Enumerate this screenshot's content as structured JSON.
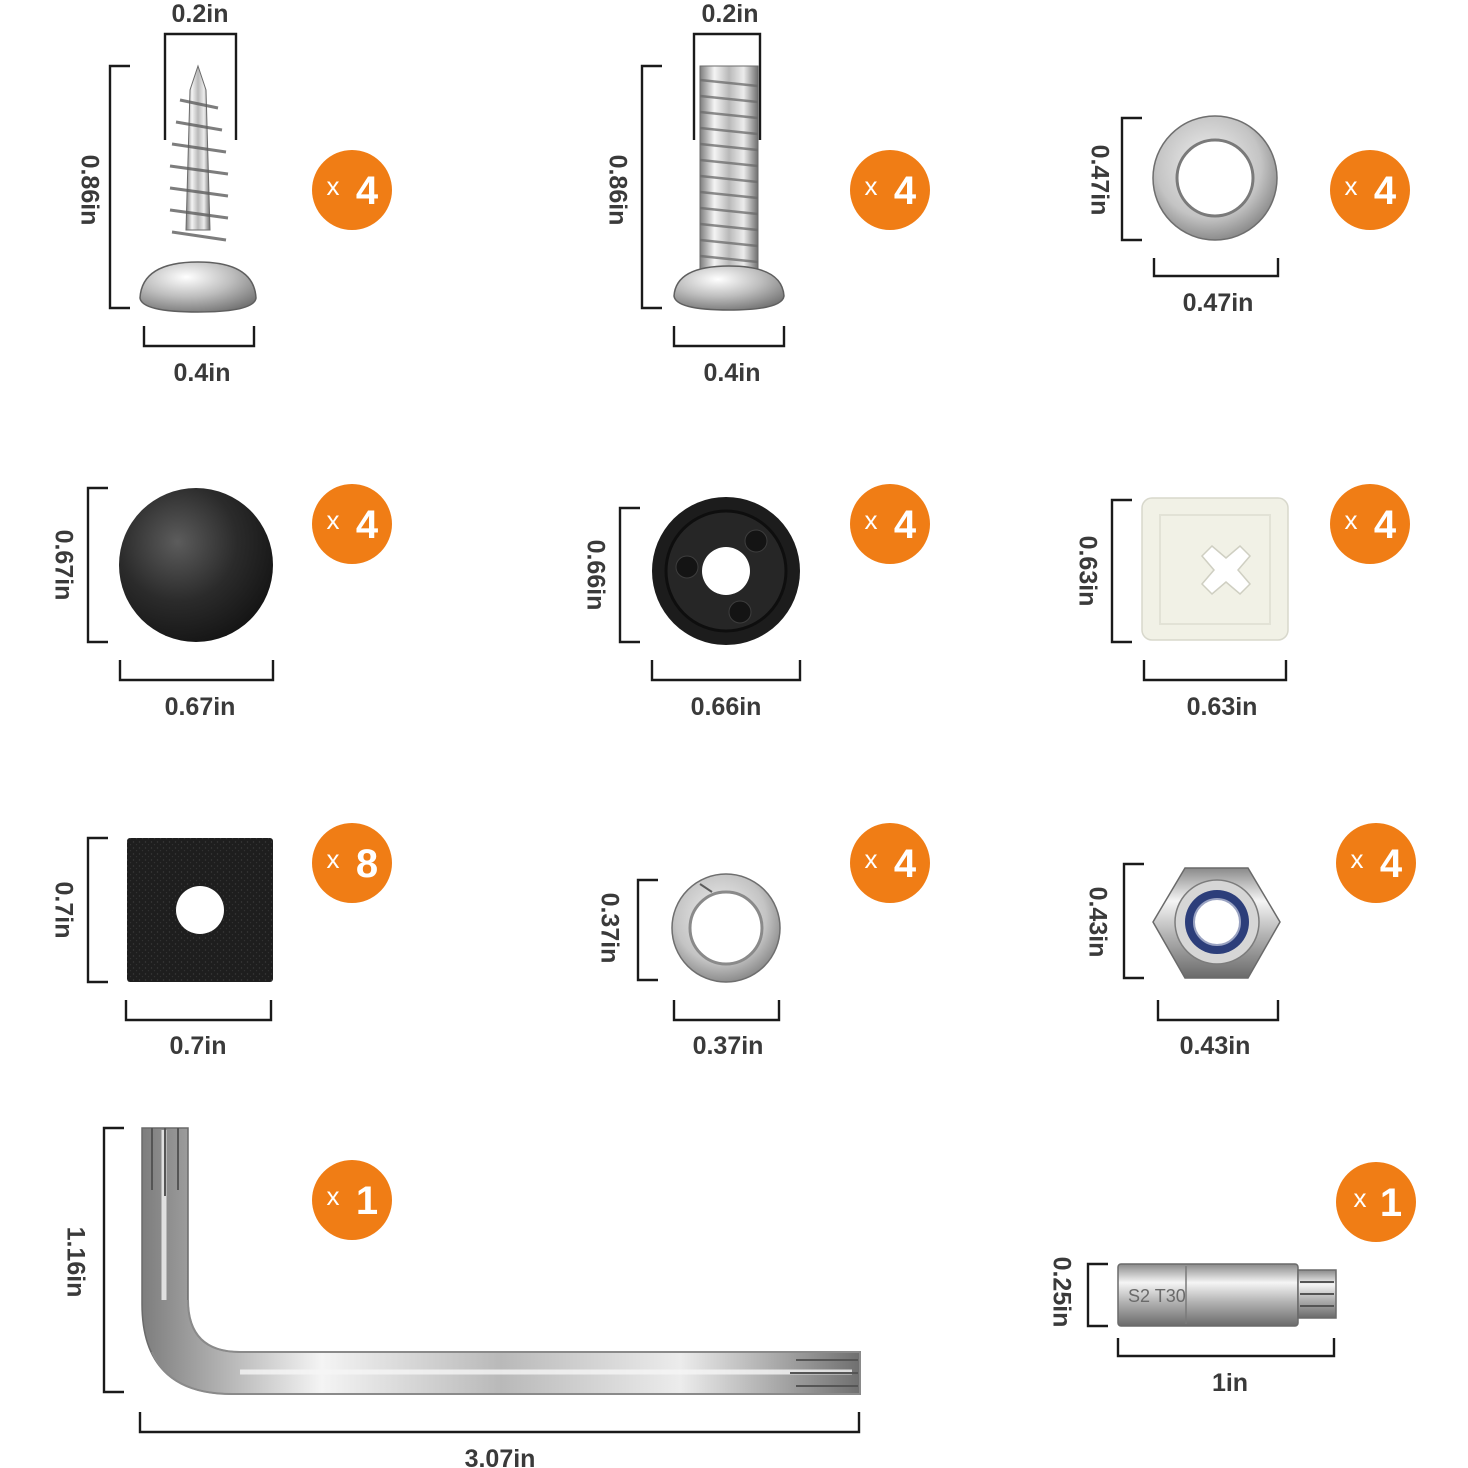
{
  "colors": {
    "badge": "#f07d15",
    "dimension_text": "#3a3a3a",
    "bracket": "#1a1a1a",
    "background": "#ffffff"
  },
  "items": [
    {
      "id": "tapping-screw",
      "icon": "tapping-screw-icon",
      "quantity_prefix": "x",
      "quantity": "4",
      "dims": {
        "top": "0.2in",
        "height": "0.86in",
        "width": "0.4in"
      }
    },
    {
      "id": "machine-bolt",
      "icon": "machine-bolt-icon",
      "quantity_prefix": "x",
      "quantity": "4",
      "dims": {
        "top": "0.2in",
        "height": "0.86in",
        "width": "0.4in"
      }
    },
    {
      "id": "flat-washer",
      "icon": "flat-washer-icon",
      "quantity_prefix": "x",
      "quantity": "4",
      "dims": {
        "height": "0.47in",
        "width": "0.47in"
      }
    },
    {
      "id": "screw-cap",
      "icon": "dome-cap-icon",
      "quantity_prefix": "x",
      "quantity": "4",
      "dims": {
        "height": "0.67in",
        "width": "0.67in"
      }
    },
    {
      "id": "cap-base",
      "icon": "cap-base-icon",
      "quantity_prefix": "x",
      "quantity": "4",
      "dims": {
        "height": "0.66in",
        "width": "0.66in"
      }
    },
    {
      "id": "square-anchor",
      "icon": "square-anchor-icon",
      "quantity_prefix": "x",
      "quantity": "4",
      "dims": {
        "height": "0.63in",
        "width": "0.63in"
      }
    },
    {
      "id": "foam-pad",
      "icon": "foam-pad-icon",
      "quantity_prefix": "x",
      "quantity": "8",
      "dims": {
        "height": "0.7in",
        "width": "0.7in"
      }
    },
    {
      "id": "split-washer",
      "icon": "split-washer-icon",
      "quantity_prefix": "x",
      "quantity": "4",
      "dims": {
        "height": "0.37in",
        "width": "0.37in"
      }
    },
    {
      "id": "lock-nut",
      "icon": "lock-nut-icon",
      "quantity_prefix": "x",
      "quantity": "4",
      "dims": {
        "height": "0.43in",
        "width": "0.43in"
      }
    },
    {
      "id": "torx-wrench",
      "icon": "torx-l-wrench-icon",
      "quantity_prefix": "x",
      "quantity": "1",
      "dims": {
        "height": "1.16in",
        "width": "3.07in"
      }
    },
    {
      "id": "torx-bit",
      "icon": "torx-bit-icon",
      "quantity_prefix": "x",
      "quantity": "1",
      "dims": {
        "height": "0.25in",
        "width": "1in"
      },
      "engraving": "S2 T30"
    }
  ]
}
